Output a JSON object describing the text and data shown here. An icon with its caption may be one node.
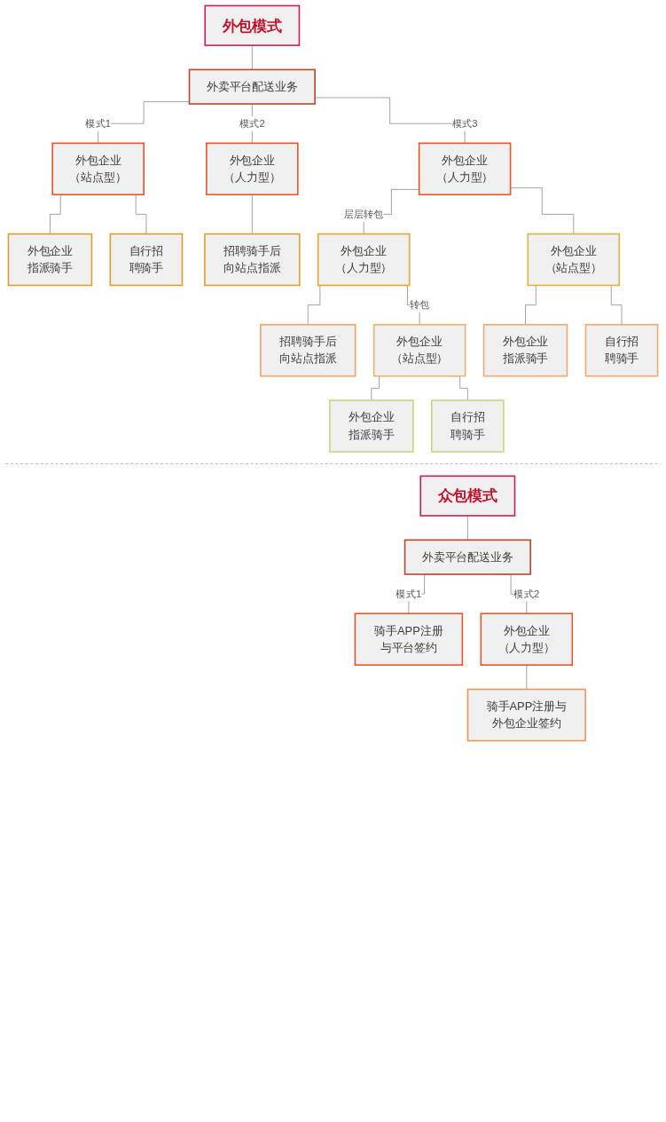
{
  "diagram": {
    "nodes": [
      {
        "text": [
          "外包模式"
        ]
      },
      {
        "text": [
          "外卖平台配送业务"
        ]
      },
      {
        "text": [
          "外包企业",
          "（站点型）"
        ]
      },
      {
        "text": [
          "外包企业",
          "（人力型）"
        ]
      },
      {
        "text": [
          "外包企业",
          "（人力型）"
        ]
      },
      {
        "text": [
          "外包企业指派骑手"
        ]
      },
      {
        "text": [
          "自行招聘骑手"
        ]
      },
      {
        "text": [
          "招聘骑手后向站点指派"
        ]
      },
      {
        "text": [
          "外包企业",
          "（人力型）"
        ]
      },
      {
        "text": [
          "外包企业",
          "（站点型）"
        ]
      },
      {
        "text": [
          "招聘骑手后向站点指派"
        ]
      },
      {
        "text": [
          "外包企业",
          "（站点型）"
        ]
      },
      {
        "text": [
          "外包企业指派骑手"
        ]
      },
      {
        "text": [
          "自行招聘骑手"
        ]
      },
      {
        "text": [
          "外包企业指派骑手"
        ]
      },
      {
        "text": [
          "自行招聘骑手"
        ]
      },
      {
        "text": [
          "众包模式"
        ]
      },
      {
        "text": [
          "外卖平台配送业务"
        ]
      },
      {
        "text": [
          "骑手APP注册与平台签约"
        ]
      },
      {
        "text": [
          "外包企业",
          "（人力型）"
        ]
      },
      {
        "text": [
          "骑手APP注册与外包企业签约"
        ]
      }
    ],
    "edges": [
      {
        "from": 0,
        "to": 1,
        "arrow": "none"
      },
      {
        "from": 1,
        "to": 2,
        "arrow": "none",
        "label": "模式1"
      },
      {
        "from": 1,
        "to": 3,
        "arrow": "none",
        "label": "模式2"
      },
      {
        "from": 1,
        "to": 4,
        "arrow": "none",
        "label": "模式3"
      },
      {
        "from": 2,
        "to": 5,
        "arrow": "none"
      },
      {
        "from": 2,
        "to": 6,
        "arrow": "none"
      },
      {
        "from": 3,
        "to": 7,
        "arrow": "none"
      },
      {
        "from": 4,
        "to": 8,
        "arrow": "none",
        "label": "层层转包"
      },
      {
        "from": 4,
        "to": 9,
        "arrow": "none"
      },
      {
        "from": 8,
        "to": 10,
        "arrow": "none"
      },
      {
        "from": 8,
        "to": 11,
        "arrow": "none",
        "label": "转包"
      },
      {
        "from": 9,
        "to": 12,
        "arrow": "none"
      },
      {
        "from": 9,
        "to": 13,
        "arrow": "none"
      },
      {
        "from": 11,
        "to": 14,
        "arrow": "none"
      },
      {
        "from": 11,
        "to": 15,
        "arrow": "none"
      },
      {
        "from": 16,
        "to": 17,
        "arrow": "none"
      },
      {
        "from": 17,
        "to": 18,
        "arrow": "none",
        "label": "模式1"
      },
      {
        "from": 17,
        "to": 19,
        "arrow": "none",
        "label": "模式2"
      },
      {
        "from": 19,
        "to": 20,
        "arrow": "none"
      }
    ]
  }
}
